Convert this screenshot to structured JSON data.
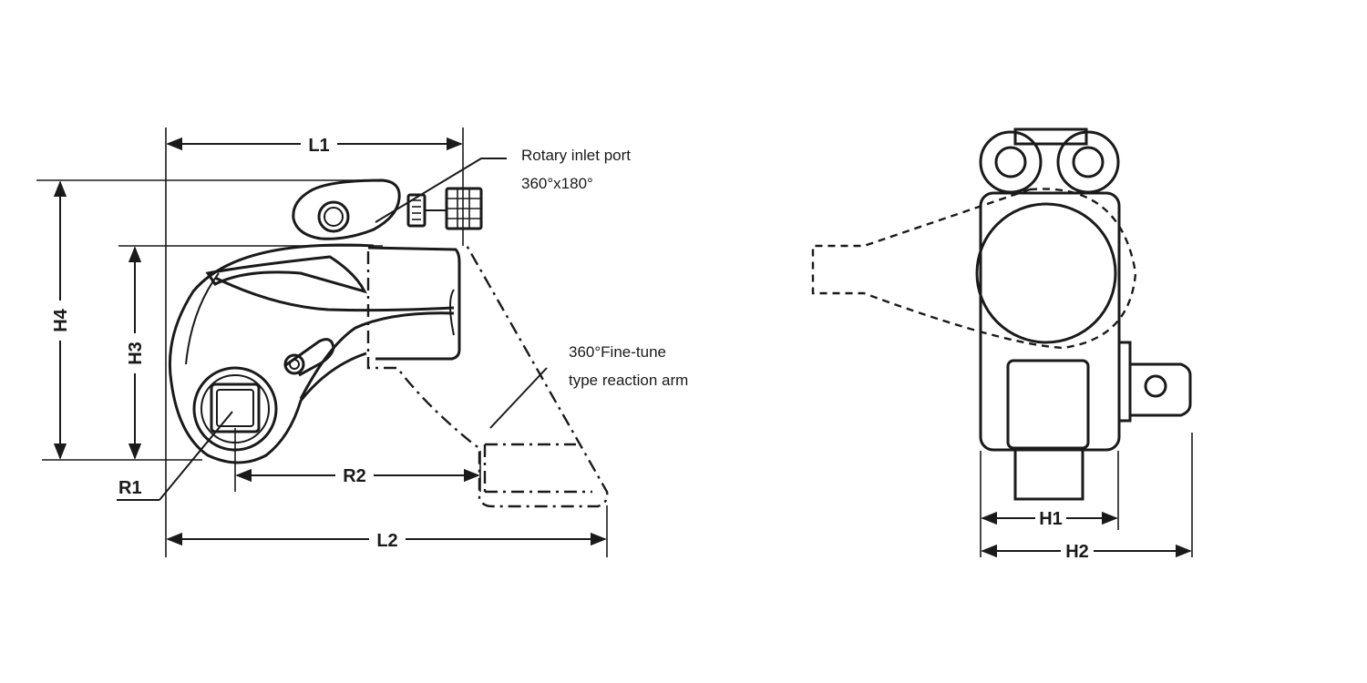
{
  "annotations": {
    "inlet_port_line1": "Rotary inlet port",
    "inlet_port_line2": "360°x180°",
    "reaction_arm_line1": "360°Fine-tune",
    "reaction_arm_line2": "type reaction arm"
  },
  "dimensions": {
    "L1": "L1",
    "L2": "L2",
    "H3": "H3",
    "H4": "H4",
    "R1": "R1",
    "R2": "R2",
    "H1": "H1",
    "H2": "H2"
  }
}
